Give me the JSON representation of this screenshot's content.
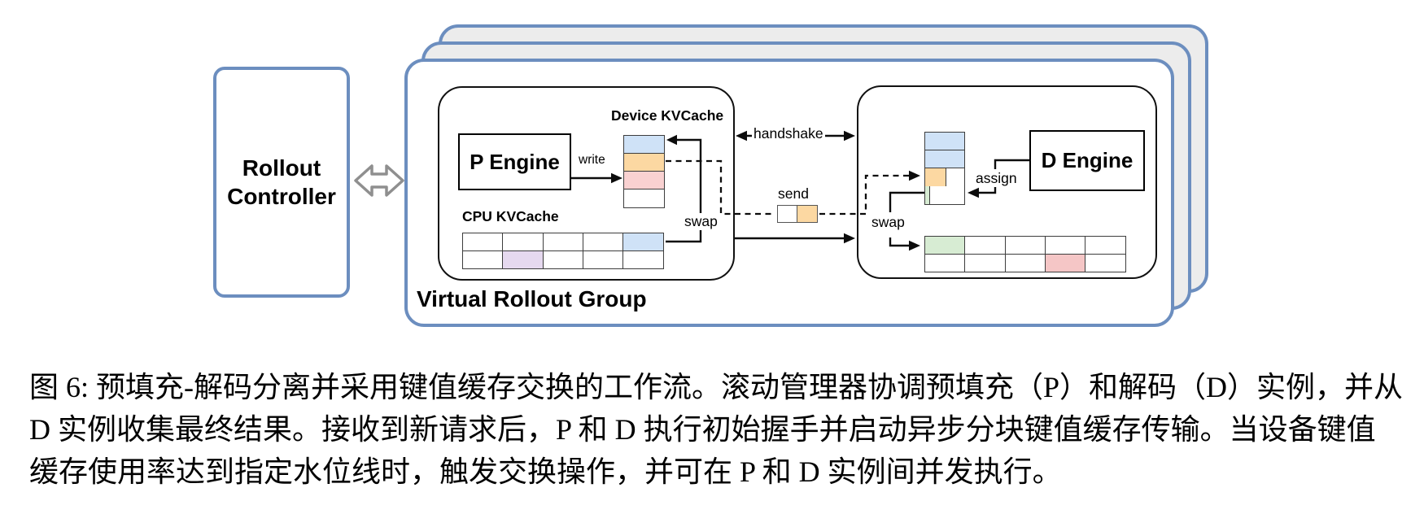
{
  "figure": {
    "controller": {
      "line1": "Rollout",
      "line2": "Controller"
    },
    "labels": {
      "device_kvcache": "Device KVCache",
      "cpu_kvcache": "CPU KVCache",
      "p_engine": "P Engine",
      "d_engine": "D Engine",
      "write": "write",
      "swap": "swap",
      "send": "send",
      "handshake": "handshake",
      "assign": "assign",
      "virtual_rollout_group": "Virtual Rollout Group"
    },
    "colors": {
      "outer_border": "#6c8ebf",
      "back_fill": "#ececec",
      "arrow_gray": "#8f8f8f",
      "blue": "#cfe2f7",
      "orange": "#fcd8a2",
      "pink": "#f9d1d1",
      "red": "#f5c6c6",
      "green": "#d7ecd3",
      "lavender": "#e6d9ef",
      "white": "#ffffff"
    },
    "p_device_stack": [
      "blue",
      "orange",
      "pink",
      "white"
    ],
    "p_cpu_grid": [
      [
        "white",
        "white",
        "white",
        "white",
        "blue"
      ],
      [
        "white",
        "lavender",
        "white",
        "white",
        "white"
      ]
    ],
    "d_device_stack": [
      "blue",
      "blue",
      "orange+white",
      "green~white"
    ],
    "d_cpu_grid": [
      [
        "green",
        "white",
        "white",
        "white",
        "white"
      ],
      [
        "white",
        "white",
        "white",
        "red",
        "white"
      ]
    ],
    "send_chunk": [
      [
        "white",
        "orange"
      ]
    ]
  },
  "caption": {
    "lines": [
      "图 6: 预填充-解码分离并采用键值缓存交换的工作流。滚动管理器协调预填充（P）和解码（D）实例，并从",
      "D 实例收集最终结果。接收到新请求后，P 和 D 执行初始握手并启动异步分块键值缓存传输。当设备键值",
      "缓存使用率达到指定水位线时，触发交换操作，并可在 P 和 D 实例间并发执行。"
    ]
  }
}
